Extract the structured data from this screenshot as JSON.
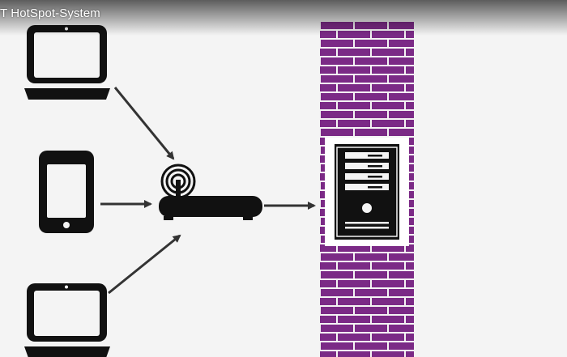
{
  "video": {
    "title": "T HotSpot-System"
  },
  "colors": {
    "background": "#f4f4f4",
    "device_stroke": "#111111",
    "arrow": "#333333",
    "brick": "#7b2a86",
    "server_frame": "#ffffff"
  },
  "diagram": {
    "nodes": [
      {
        "id": "laptop-top",
        "kind": "laptop",
        "icon": "laptop-icon"
      },
      {
        "id": "tablet",
        "kind": "tablet",
        "icon": "tablet-icon"
      },
      {
        "id": "laptop-bottom",
        "kind": "laptop",
        "icon": "laptop-icon"
      },
      {
        "id": "router",
        "kind": "wifi-router",
        "icon": "wifi-router-icon"
      },
      {
        "id": "firewall",
        "kind": "brick-wall",
        "icon": "firewall-icon"
      },
      {
        "id": "server",
        "kind": "server-tower",
        "icon": "server-icon"
      }
    ],
    "edges": [
      {
        "from": "laptop-top",
        "to": "router"
      },
      {
        "from": "tablet",
        "to": "router"
      },
      {
        "from": "laptop-bottom",
        "to": "router"
      },
      {
        "from": "router",
        "to": "server"
      }
    ]
  }
}
